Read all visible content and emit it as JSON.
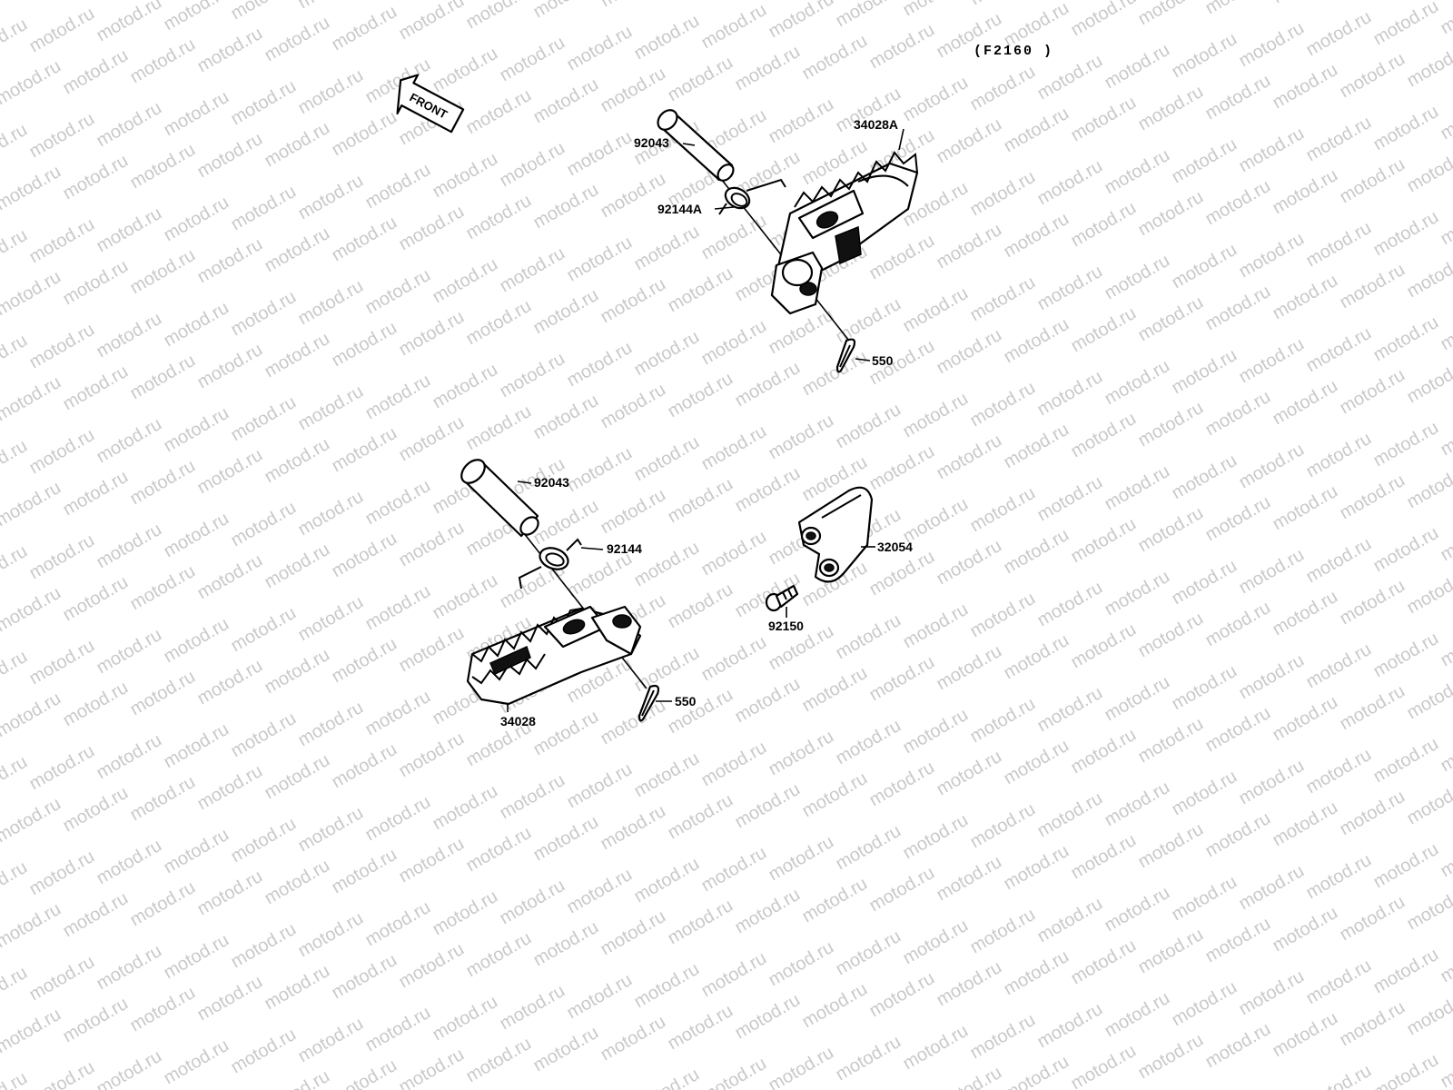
{
  "watermark": "motod.ru",
  "diagram_code": "(F2160 )",
  "front_arrow": "FRONT",
  "labels": {
    "pin_upper": "92043",
    "spring_upper": "92144A",
    "footpeg_right": "34028A",
    "cotter_upper": "550",
    "pin_lower": "92043",
    "spring_lower": "92144",
    "footpeg_left": "34028",
    "cotter_lower": "550",
    "bracket": "32054",
    "bolt": "92150"
  }
}
